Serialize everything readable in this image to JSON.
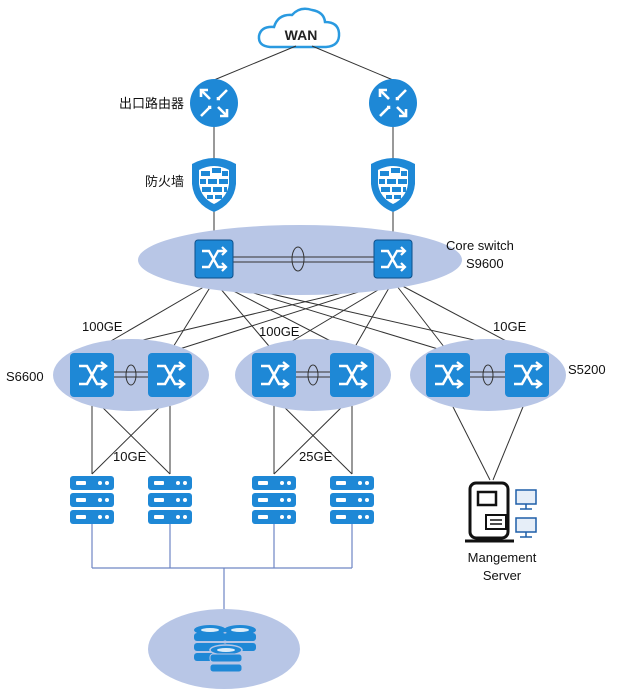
{
  "cloud": {
    "label": "WAN"
  },
  "labels": {
    "router": "出口路由器",
    "firewall": "防火墙",
    "core_line1": "Core switch",
    "core_line2": "S9600",
    "s6600": "S6600",
    "s5200": "S5200",
    "link_100ge_left": "100GE",
    "link_100ge_mid": "100GE",
    "link_10ge_right": "10GE",
    "link_10ge_servers": "10GE",
    "link_25ge_servers": "25GE",
    "mgmt_line1": "Mangement",
    "mgmt_line2": "Server"
  },
  "colors": {
    "device_blue": "#1e88d6",
    "ellipse_fill": "#b8c6e6",
    "cloud_blue": "#2a9ae0",
    "line": "#333333",
    "storage_line": "#6f86c4"
  },
  "icons": {
    "router": "router-icon",
    "firewall": "firewall-icon",
    "switch": "switch-icon",
    "server": "server-rack-icon",
    "storage": "database-icon",
    "mgmt": "management-terminal-icon"
  }
}
